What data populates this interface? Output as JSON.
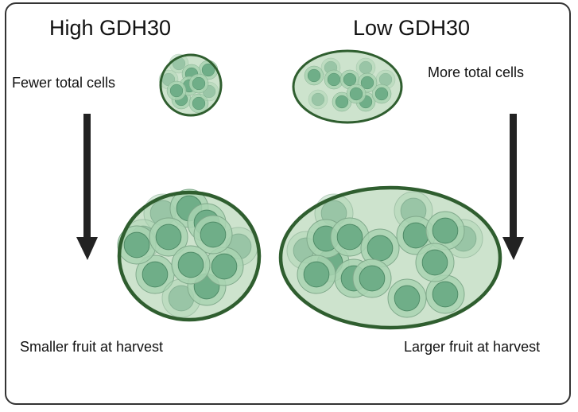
{
  "left_panel": {
    "title": "High GDH30",
    "top_label": "Fewer total cells",
    "bottom_label": "Smaller fruit at harvest"
  },
  "right_panel": {
    "title": "Low GDH30",
    "top_label": "More total cells",
    "bottom_label": "Larger fruit at harvest"
  },
  "colors": {
    "outline": "#2f5e2f",
    "fruit_fill": "#cde3cd",
    "cell_wall": "#a9d3b2",
    "nucleus": "#6fae88",
    "arrow": "#222222"
  }
}
